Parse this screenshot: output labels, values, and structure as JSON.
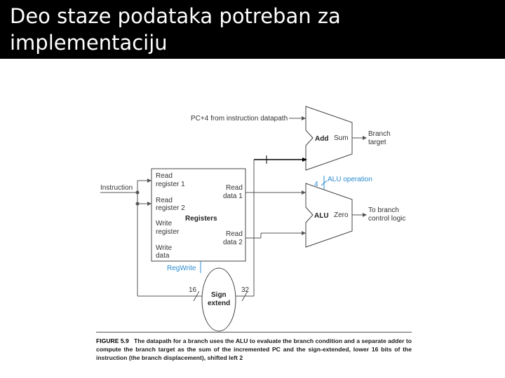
{
  "slide": {
    "title_line1": "Deo staze podataka potreban za implementaciju",
    "title_line2": "grananja"
  },
  "diagram": {
    "pc_label": "PC+4 from instruction datapath",
    "add_label": "Add",
    "sum_label": "Sum",
    "branch_target_1": "Branch",
    "branch_target_2": "target",
    "alu_op_bits": "4",
    "alu_op_label": "ALU operation",
    "alu_label": "ALU",
    "zero_label": "Zero",
    "to_branch_1": "To branch",
    "to_branch_2": "control logic",
    "instruction_label": "Instruction",
    "read_reg1_1": "Read",
    "read_reg1_2": "register 1",
    "read_reg2_1": "Read",
    "read_reg2_2": "register 2",
    "write_reg_1": "Write",
    "write_reg_2": "register",
    "write_data_1": "Write",
    "write_data_2": "data",
    "registers_label": "Registers",
    "read_data1_1": "Read",
    "read_data1_2": "data 1",
    "read_data2_1": "Read",
    "read_data2_2": "data 2",
    "regwrite_label": "RegWrite",
    "bits16": "16",
    "bits32": "32",
    "sign_1": "Sign",
    "sign_2": "extend"
  },
  "caption": {
    "figure": "FIGURE 5.9",
    "text": "The datapath for a branch uses the ALU to evaluate the branch condition and a separate adder to compute the branch target as the sum of the incremented PC and the sign-extended, lower 16 bits of the instruction (the branch displacement), shifted left 2"
  },
  "colors": {
    "title_bg": "#000000",
    "title_fg": "#ffffff",
    "control_blue": "#2a8bd0"
  }
}
